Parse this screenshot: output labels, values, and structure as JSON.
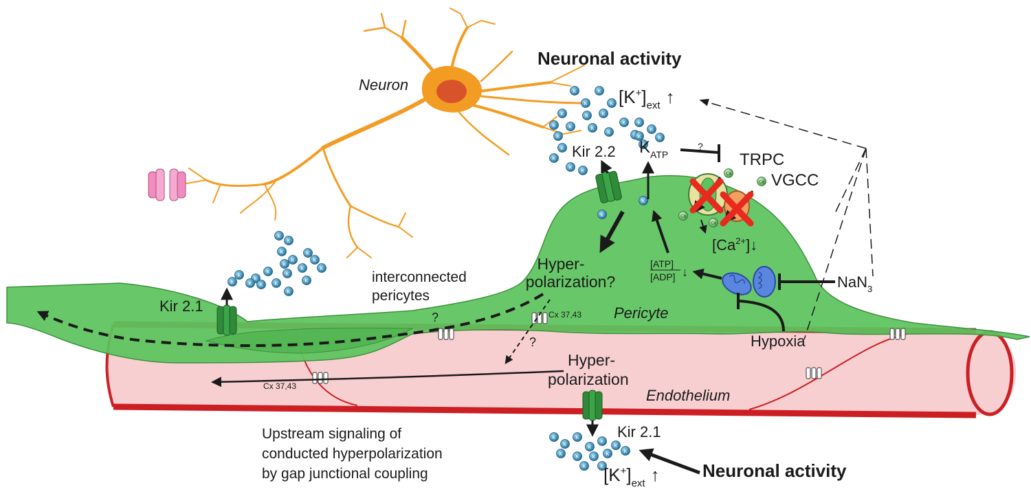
{
  "labels": {
    "neuronal_activity_top": "Neuronal activity",
    "neuron": "Neuron",
    "k_ext_top": "[K",
    "k_ext_plus": "+",
    "k_ext_bracket": "]",
    "k_ext_sub": "ext",
    "arrow_up": "↑",
    "kir22": "Kir 2.2",
    "katp": "K",
    "katp_sub": "ATP",
    "question": "?",
    "trpc": "TRPC",
    "vgcc": "VGCC",
    "ca_conc": "[Ca",
    "ca_sup": "2+",
    "ca_close": "]",
    "ca_down": "↓",
    "atp": "[ATP]",
    "adp": "[ADP]",
    "atp_down": "↓",
    "nan3": "NaN",
    "nan3_sub": "3",
    "hyperpol_q_1": "Hyper-",
    "hyperpol_q_2": "polarization?",
    "interconnected_1": "interconnected",
    "interconnected_2": "pericytes",
    "kir21_left": "Kir 2.1",
    "cx_upper": "Cx 37,43",
    "cx_lower": "Cx 37,43",
    "pericyte": "Pericyte",
    "hypoxia": "Hypoxia",
    "hyperpol_1": "Hyper-",
    "hyperpol_2": "polarization",
    "endothelium": "Endothelium",
    "kir21_bottom": "Kir 2.1",
    "upstream_1": "Upstream signaling of",
    "upstream_2": "conducted hyperpolarization",
    "upstream_3": "by gap junctional coupling",
    "neuronal_activity_bottom": "Neuronal activity",
    "k_ion": "K",
    "ca_ion": "Ca"
  },
  "colors": {
    "neuron": "#f39c24",
    "neuron_nucleus": "#d9532a",
    "pericyte": "#5cc45e",
    "pericyte_outline": "#3f8f3f",
    "vessel_wall": "#cc1f24",
    "vessel_lumen": "#f8cfd0",
    "k_ion": "#2f8fbf",
    "kir_channel": "#2f8a3a",
    "katp_channel": "#f08cc0",
    "block_cross": "#e8291f",
    "mitochondria": "#3f6fd0"
  }
}
